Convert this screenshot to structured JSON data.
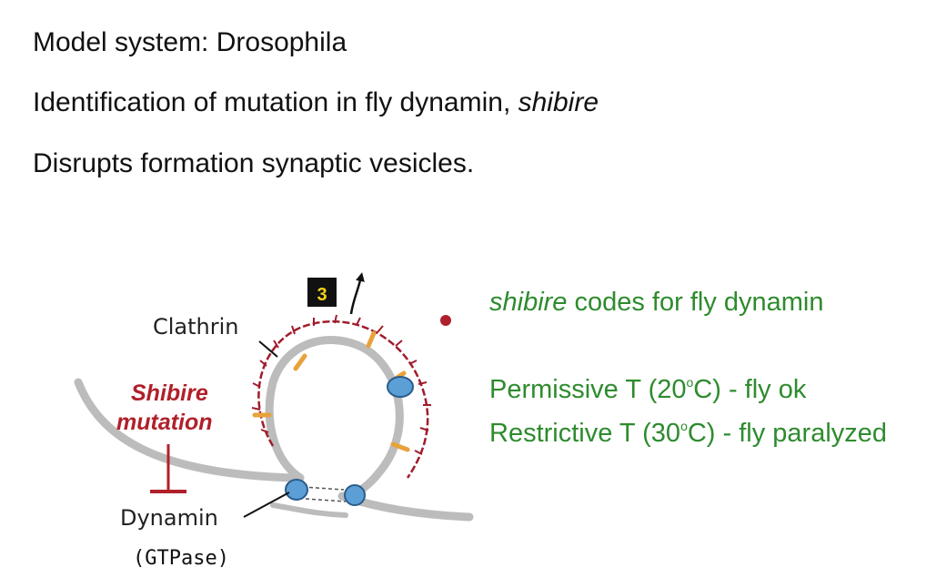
{
  "bullets": {
    "line1": "Model system: Drosophila",
    "line2_prefix": "Identification of mutation in fly dynamin, ",
    "line2_italic": "shibire",
    "line3": "Disrupts formation synaptic vesicles."
  },
  "notes": {
    "codes_italic": "shibire",
    "codes_rest": " codes for fly dynamin",
    "permissive_a": "Permissive T (20",
    "permissive_sup": "o",
    "permissive_b": "C) - fly ok",
    "restrictive_a": "Restrictive T (30",
    "restrictive_sup": "o",
    "restrictive_b": "C) - fly paralyzed"
  },
  "diagram": {
    "step_number": "3",
    "clathrin_label": "Clathrin",
    "mutation_line1": "Shibire",
    "mutation_line2": "mutation",
    "dynamin_label": "Dynamin",
    "gtpase_label": "(GTPase)"
  },
  "colors": {
    "text": "#111111",
    "green_text": "#2e8b2e",
    "mutation_red": "#b0202a",
    "clathrin": "#a01c2c",
    "membrane": "#bcbcbc",
    "adaptor": "#e8a23c",
    "dynamin_blue": "#5c9fd6",
    "box": "#111111",
    "box_text": "#f2d21b"
  }
}
